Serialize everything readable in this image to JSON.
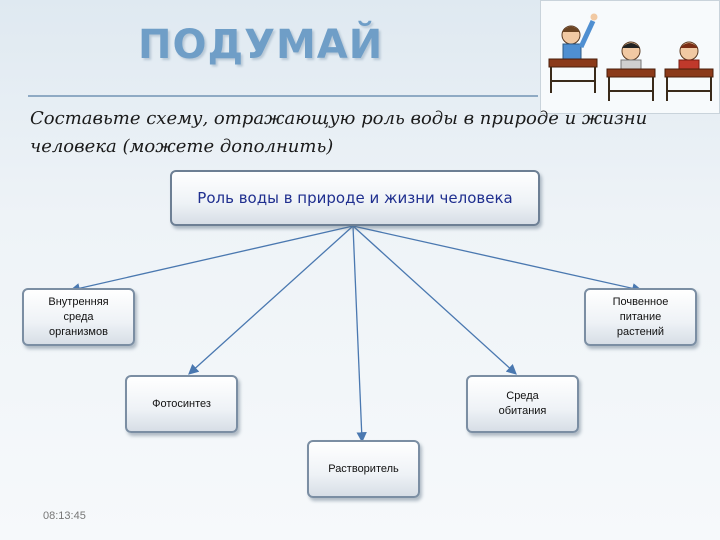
{
  "header": {
    "title": "ПОДУМАЙ"
  },
  "task": {
    "text": "Составьте схему, отражающую роль воды в природе и жизни человека (можете дополнить)"
  },
  "diagram": {
    "root": "Роль воды в природе и жизни человека",
    "nodes": [
      {
        "id": "inner",
        "label": "Внутренняя\nсреда\nорганизмов"
      },
      {
        "id": "soil",
        "label": "Почвенное\nпитание\nрастений"
      },
      {
        "id": "photo",
        "label": "Фотосинтез"
      },
      {
        "id": "habitat",
        "label": "Среда\nобитания"
      },
      {
        "id": "solvent",
        "label": "Растворитель"
      }
    ]
  },
  "footer": {
    "time": "08:13:45"
  },
  "colors": {
    "title": "#6f9ec7",
    "root_text": "#1f2f8f",
    "arrow": "#4a78b0"
  },
  "illustration": {
    "icon": "students-at-desks-icon"
  }
}
